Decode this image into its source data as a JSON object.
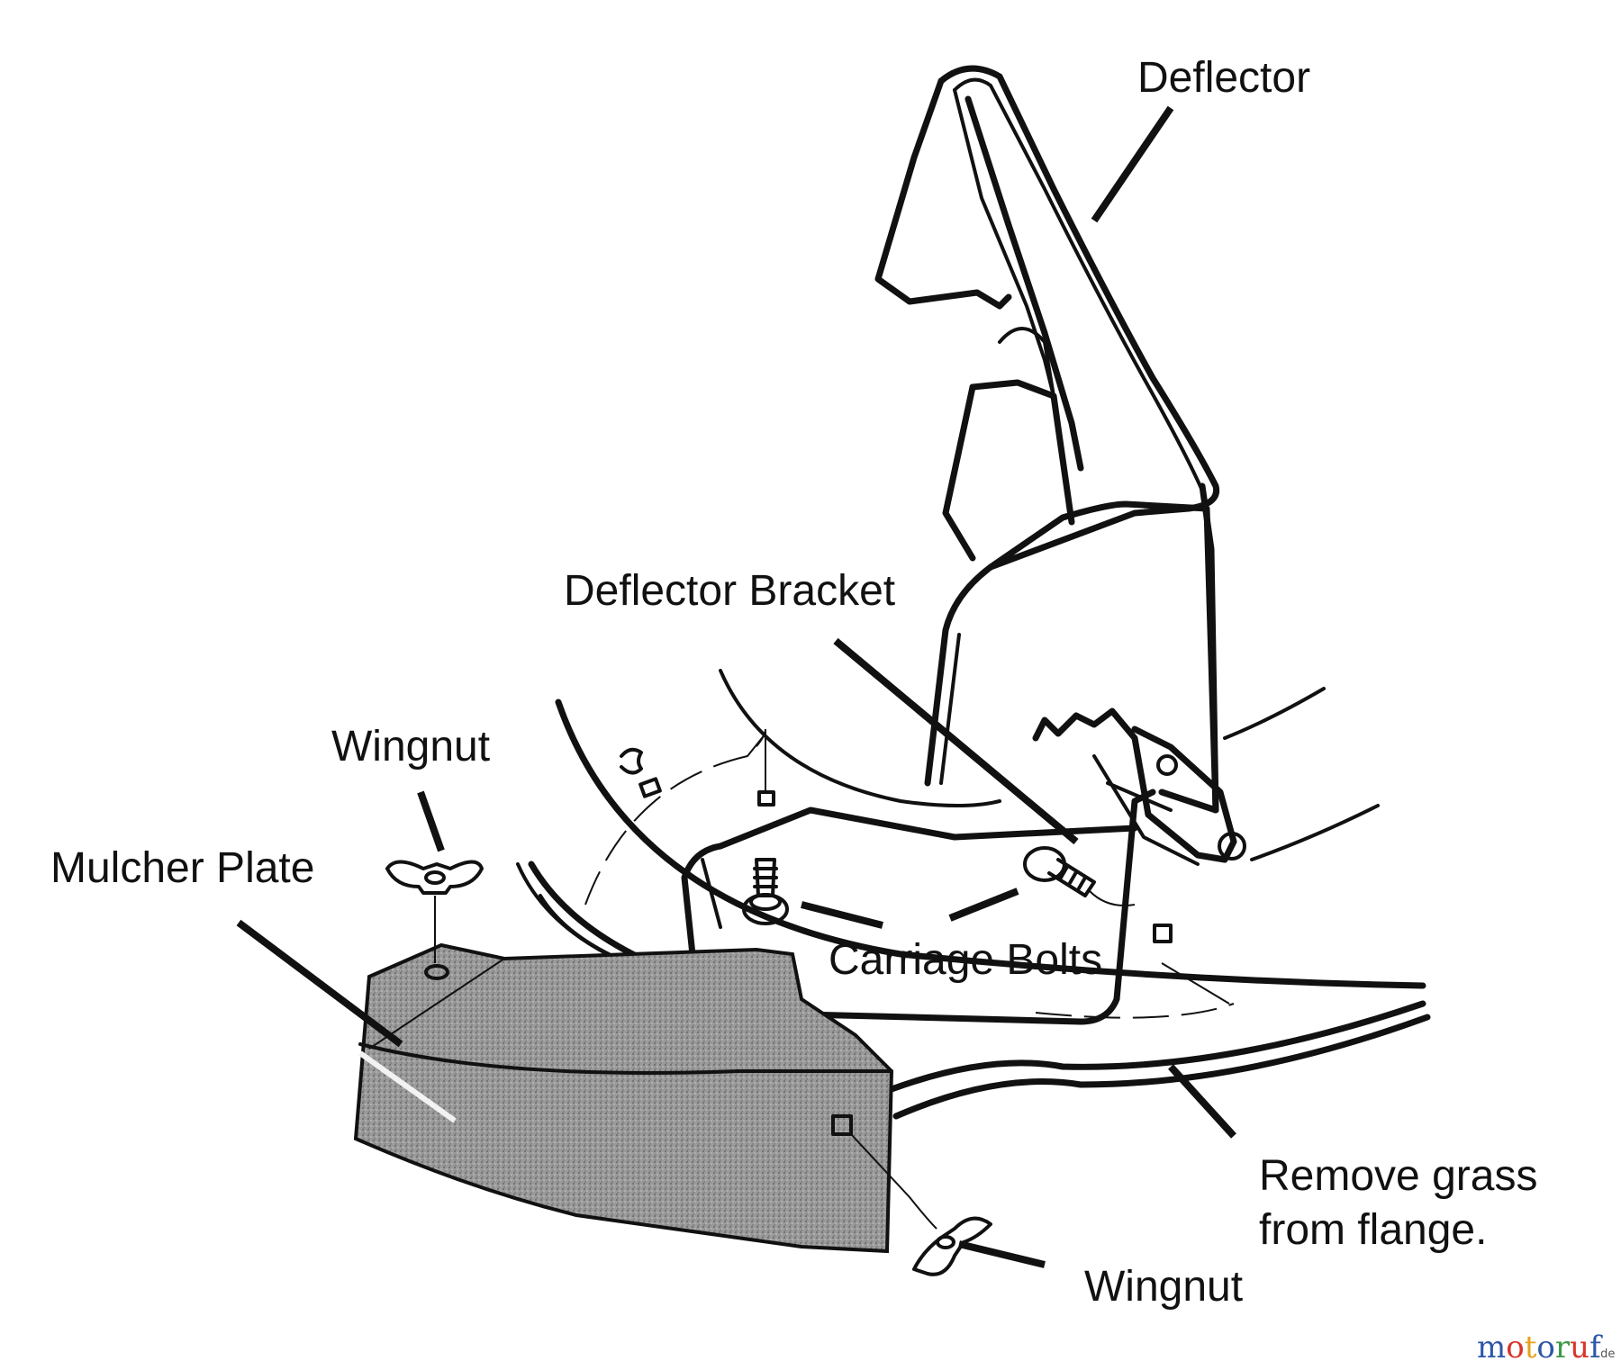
{
  "labels": {
    "deflector": "Deflector",
    "deflector_bracket": "Deflector Bracket",
    "wingnut_top": "Wingnut",
    "mulcher_plate": "Mulcher Plate",
    "carriage_bolts": "Carriage Bolts",
    "remove_grass_line1": "Remove grass",
    "remove_grass_line2": "from flange.",
    "wingnut_bottom": "Wingnut"
  },
  "watermark": {
    "text": "motoruf",
    "suffix": ".de",
    "colors": [
      "#2f57a8",
      "#d9342b",
      "#e8a11c",
      "#2f57a8",
      "#3a9a45",
      "#d9342b",
      "#2f57a8"
    ]
  },
  "colors": {
    "ink": "#111111",
    "plate_fill": "#8a8a8a"
  }
}
